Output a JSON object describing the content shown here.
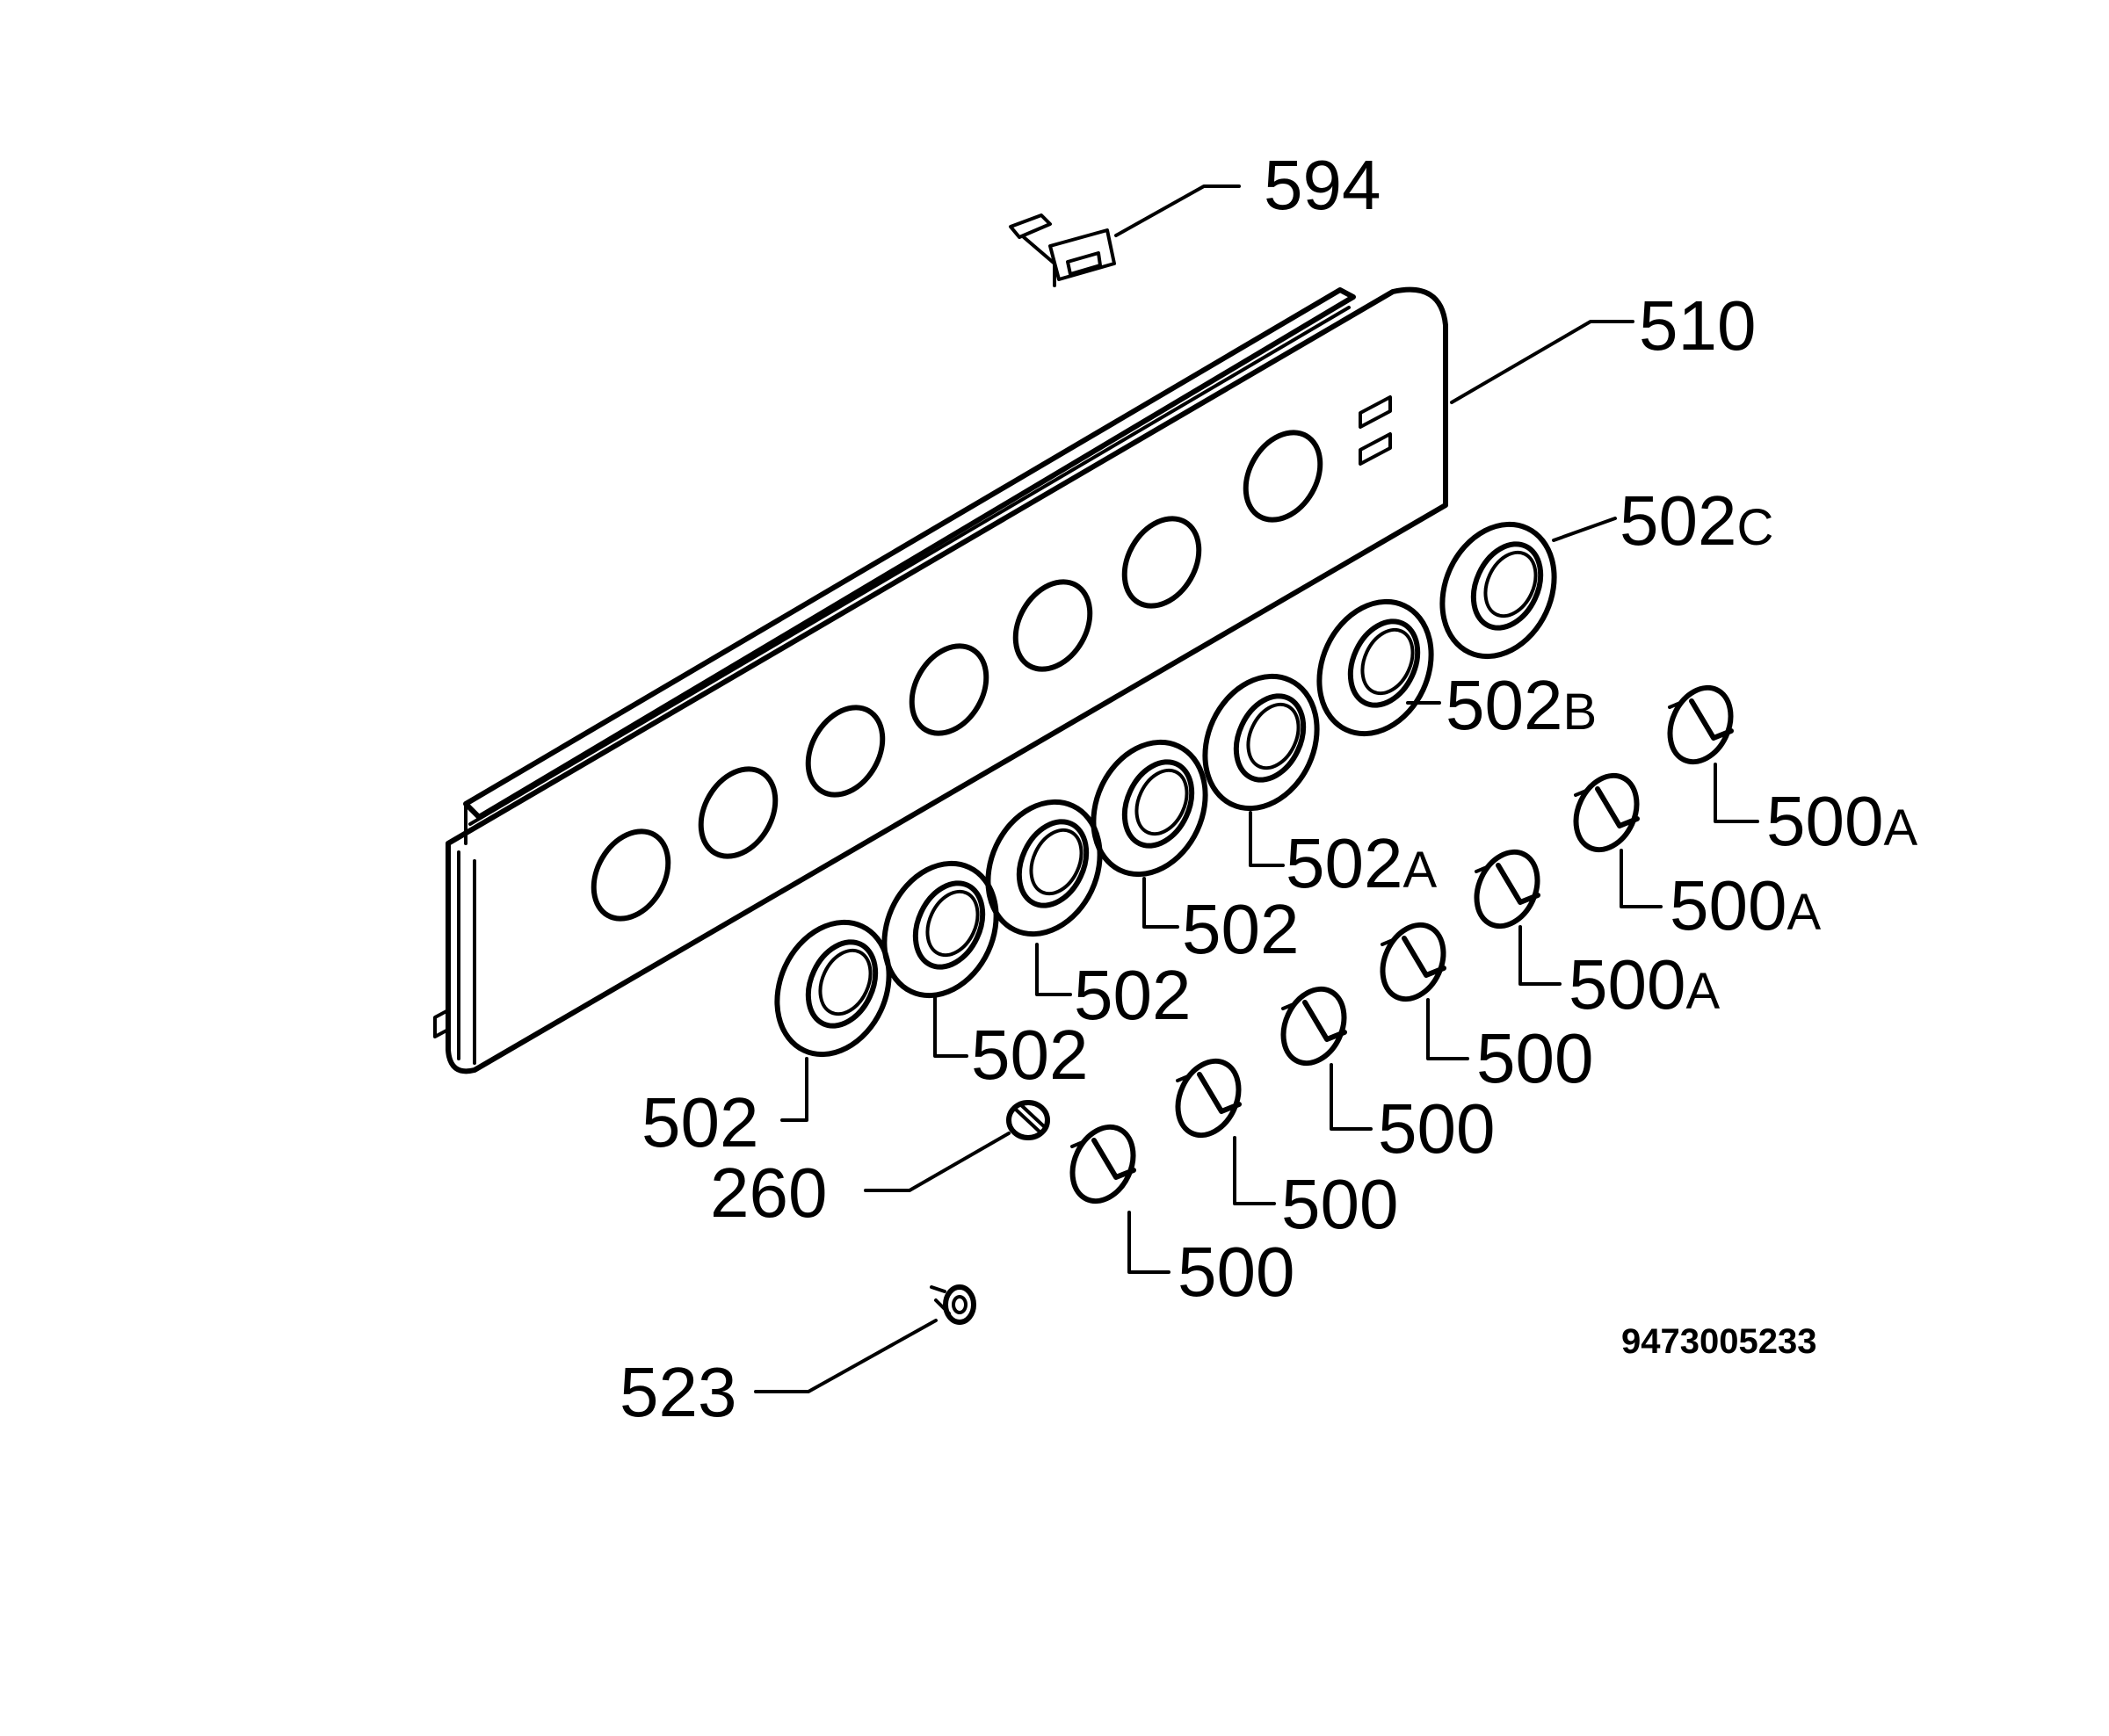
{
  "diagram": {
    "drawing_code": "9473005233",
    "labels": {
      "p594": "594",
      "p510": "510",
      "p502C": {
        "num": "502",
        "suffix": "C"
      },
      "p502B": {
        "num": "502",
        "suffix": "B"
      },
      "p502A": {
        "num": "502",
        "suffix": "A"
      },
      "p502_1": "502",
      "p502_2": "502",
      "p502_3": "502",
      "p502_4": "502",
      "p500A_1": {
        "num": "500",
        "suffix": "A"
      },
      "p500A_2": {
        "num": "500",
        "suffix": "A"
      },
      "p500A_3": {
        "num": "500",
        "suffix": "A"
      },
      "p500_1": "500",
      "p500_2": "500",
      "p500_3": "500",
      "p500_4": "500",
      "p260": "260",
      "p523": "523"
    }
  }
}
